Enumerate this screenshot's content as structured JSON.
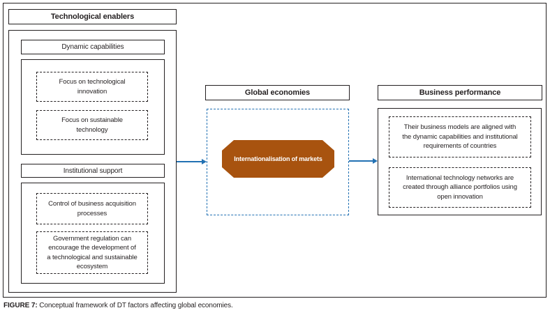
{
  "colors": {
    "accent_blue": "#2271B3",
    "node_brown": "#A8530F",
    "ink": "#231F20"
  },
  "diagram": {
    "tech": {
      "header": "Technological enablers",
      "dynamic": {
        "header": "Dynamic capabilities",
        "items": [
          "Focus on technological\ninnovation",
          "Focus on sustainable\ntechnology"
        ]
      },
      "institutional": {
        "header": "Institutional support",
        "items": [
          "Control of business acquisition\nprocesses",
          "Government regulation can\nencourage the development of\na technological and sustainable\necosystem"
        ]
      }
    },
    "global": {
      "header": "Global economies",
      "node": "Internationalisation of markets"
    },
    "business": {
      "header": "Business performance",
      "items": [
        "Their business models are aligned with\nthe dynamic capabilities and institutional\nrequirements of countries",
        "International technology networks are\ncreated through alliance portfolios using\nopen innovation"
      ]
    },
    "caption": {
      "label": "FIGURE 7:",
      "text": " Conceptual framework of DT factors affecting global economies."
    }
  }
}
